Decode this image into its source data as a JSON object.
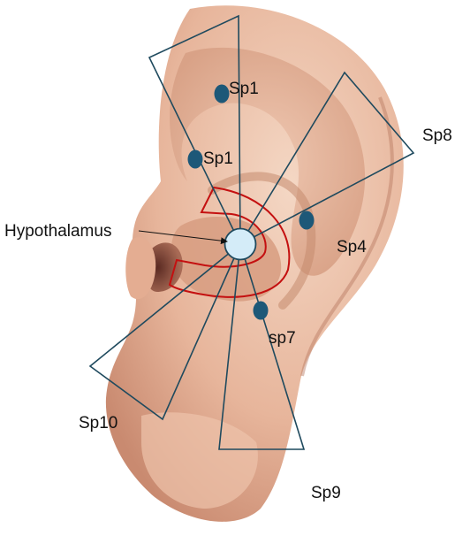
{
  "colors": {
    "skin_light": "#f4d7c4",
    "skin_mid": "#e7b59b",
    "skin_shadow": "#c98a70",
    "skin_deep": "#8e5141",
    "point_fill": "#1d5878",
    "center_fill": "#d4ecf8",
    "wedge_stroke": "#1f4a5e",
    "zone_stroke": "#c41010",
    "label_text": "#111111"
  },
  "labels": {
    "hypothalamus": "Hypothalamus",
    "sp1_upper": "Sp1",
    "sp1_lower": "Sp1",
    "sp8": "Sp8",
    "sp4": "Sp4",
    "sp7": "sp7",
    "sp10": "Sp10",
    "sp9": "Sp9"
  },
  "icons": {
    "center_point": "circle-icon",
    "acupoint": "dot-icon",
    "pointer": "arrow-icon"
  }
}
